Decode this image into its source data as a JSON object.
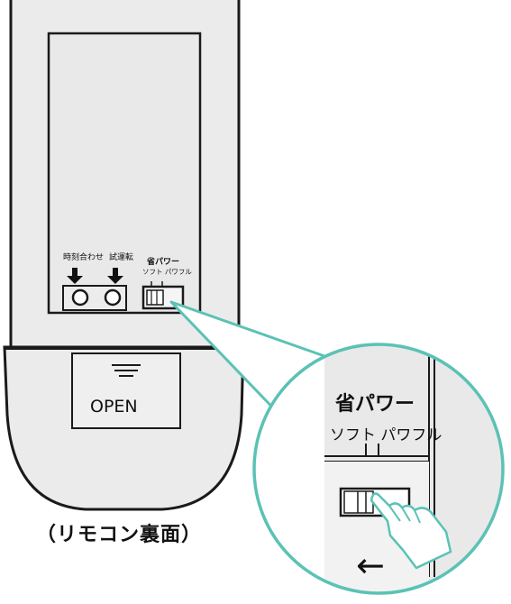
{
  "caption": "（リモコン裏面）",
  "buttons": {
    "clock_set": "時刻合わせ",
    "test_run": "試運転"
  },
  "switch": {
    "title": "省パワー",
    "option_soft": "ソフト",
    "option_powerful": "パワフル"
  },
  "cover": {
    "label": "OPEN"
  },
  "arrow": "←",
  "colors": {
    "accent": "#5bc2b5",
    "outline": "#1a1a1a",
    "body": "#ebebeb"
  }
}
